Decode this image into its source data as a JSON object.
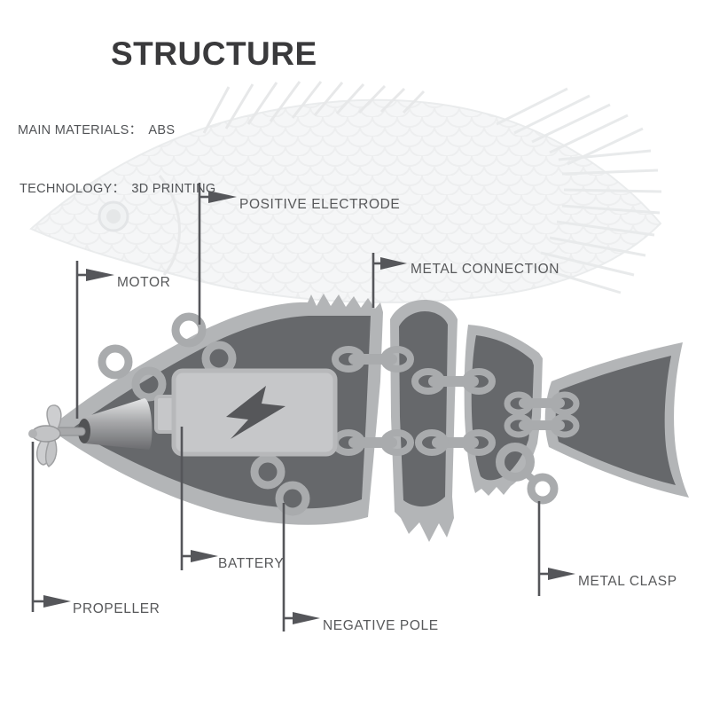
{
  "title": "STRUCTURE",
  "specs": [
    {
      "label": "MAIN MATERIALS：",
      "value": "ABS"
    },
    {
      "label": "TECHNOLOGY：",
      "value": "3D PRINTING"
    }
  ],
  "callouts": {
    "positive_electrode": "POSITIVE ELECTRODE",
    "metal_connection": "METAL CONNECTION",
    "motor": "MOTOR",
    "battery": "BATTERY",
    "propeller": "PROPELLER",
    "negative_pole": "NEGATIVE POLE",
    "metal_clasp": "METAL CLASP"
  },
  "diagram": {
    "icons": [
      "lightning-bolt-icon",
      "leader-arrow-icon",
      "fish-skeleton-watermark"
    ],
    "colors": {
      "title_text": "#3a3a3c",
      "label_text": "#57585a",
      "leader_line": "#55565a",
      "body_fill": "#66686b",
      "body_outline": "#b3b5b7",
      "battery_fill": "#c6c7c9",
      "bolt": "#56575a",
      "watermark": "#eceeef"
    }
  }
}
